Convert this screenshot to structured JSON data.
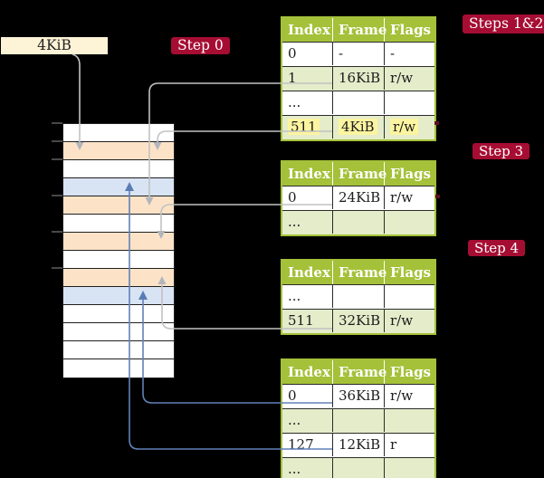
{
  "cr3_box": {
    "label": "4KiB"
  },
  "step_labels": {
    "step0": "Step 0",
    "steps12": "Steps 1&2",
    "step3": "Step 3",
    "step4": "Step 4"
  },
  "memory": {
    "rows": [
      "plain",
      "orange",
      "plain",
      "blue",
      "orange",
      "plain",
      "orange",
      "plain",
      "orange",
      "blue",
      "plain",
      "plain",
      "plain",
      "plain"
    ]
  },
  "tables": {
    "t1": {
      "headers": [
        "Index",
        "Frame",
        "Flags"
      ],
      "rows": [
        [
          "0",
          "-",
          "-"
        ],
        [
          "1",
          "16KiB",
          "r/w"
        ],
        [
          "...",
          "",
          ""
        ],
        [
          "511",
          "4KiB",
          "r/w"
        ]
      ]
    },
    "t2": {
      "headers": [
        "Index",
        "Frame",
        "Flags"
      ],
      "rows": [
        [
          "0",
          "24KiB",
          "r/w"
        ],
        [
          "...",
          "",
          ""
        ]
      ]
    },
    "t3": {
      "headers": [
        "Index",
        "Frame",
        "Flags"
      ],
      "rows": [
        [
          "...",
          "",
          ""
        ],
        [
          "511",
          "32KiB",
          "r/w"
        ]
      ]
    },
    "t4": {
      "headers": [
        "Index",
        "Frame",
        "Flags"
      ],
      "rows": [
        [
          "0",
          "36KiB",
          "r/w"
        ],
        [
          "...",
          "",
          ""
        ],
        [
          "127",
          "12KiB",
          "r"
        ],
        [
          "...",
          "",
          ""
        ]
      ]
    }
  },
  "colors": {
    "accent_red": "#a60d33",
    "table_green": "#a4c139",
    "row_shade_green": "#e4ecca",
    "highlight_yellow": "#fcf4a0",
    "memory_orange": "#fce3c7",
    "memory_blue": "#d8e3f4",
    "arrow_gray": "#c2c2c2",
    "arrow_blue": "#6081b8",
    "cr3_cream": "#fdf3d6"
  }
}
